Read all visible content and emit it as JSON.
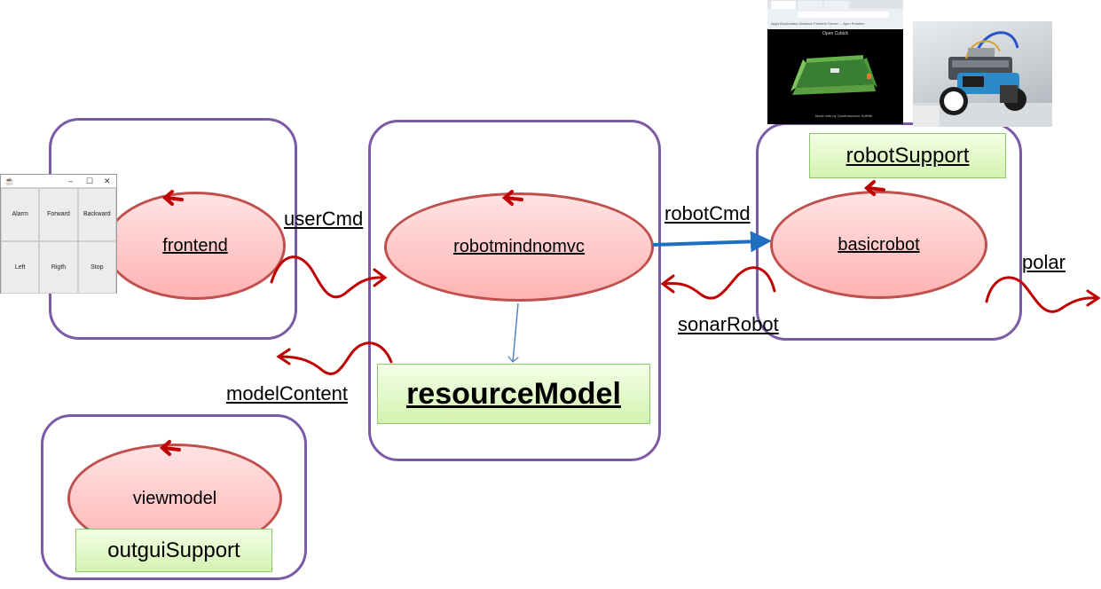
{
  "contexts": {
    "frontend": {
      "actor": "frontend"
    },
    "robotmind": {
      "actor": "robotmindnomvc",
      "model": "resourceModel"
    },
    "robot": {
      "actor": "basicrobot",
      "support": "robotSupport"
    },
    "viewmodel": {
      "actor": "viewmodel",
      "support": "outguiSupport"
    }
  },
  "messages": {
    "userCmd": "userCmd",
    "robotCmd": "robotCmd",
    "sonarRobot": "sonarRobot",
    "polar": "polar",
    "modelContent": "modelContent"
  },
  "gui_window": {
    "buttons": [
      "Alarm",
      "Forward",
      "Backward",
      "Left",
      "Rigth",
      "Stop"
    ],
    "controls": [
      "–",
      "☐",
      "✕"
    ]
  },
  "virtual_env_screenshot": {
    "title": "Open Cubick",
    "footer": "Made with  by Gianfrancesco Soffritti",
    "bookmarks": "Apps   Bookmarks   Distance Problem   Server   ...   Aprn Problem"
  },
  "colors": {
    "context_border": "#7b5aa6",
    "actor_border": "#c0504d",
    "support_fill": "#d3f2b0",
    "event_arrow": "#c00000",
    "dispatch_arrow": "#1f6fbf"
  }
}
